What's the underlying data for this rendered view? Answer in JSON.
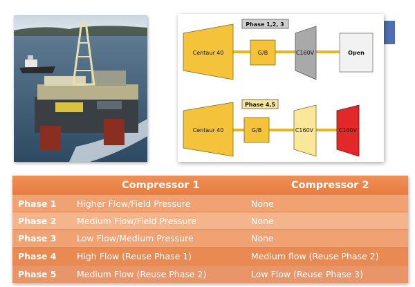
{
  "diagram": {
    "top_group": {
      "label": "Phase 1,2, 3",
      "turbine": "Centaur 40",
      "gearbox": "G/B",
      "compressor_1": "C160V",
      "compressor_2": "Open"
    },
    "bottom_group": {
      "label": "Phase 4,5",
      "turbine": "Centaur 40",
      "gearbox": "G/B",
      "compressor_1": "C160V",
      "compressor_2": "C160V"
    },
    "colors": {
      "turbine": "#f5c33a",
      "gearbox": "#f5c33a",
      "compressor_top": "#a9a9a9",
      "open_box": "#f2f2f2",
      "compressor_light": "#fbe79a",
      "compressor_red": "#e3282a",
      "shaft": "#e8b420"
    }
  },
  "table": {
    "headers": [
      "",
      "Compressor 1",
      "Compressor 2"
    ],
    "rows": [
      {
        "phase": "Phase 1",
        "compressor_1": "Higher Flow/Field Pressure",
        "compressor_2": "None"
      },
      {
        "phase": "Phase 2",
        "compressor_1": "Medium Flow/Field Pressure",
        "compressor_2": "None"
      },
      {
        "phase": "Phase 3",
        "compressor_1": "Low Flow/Medium Pressure",
        "compressor_2": "None"
      },
      {
        "phase": "Phase 4",
        "compressor_1": "High Flow (Reuse Phase 1)",
        "compressor_2": "Medium flow (Reuse Phase 2)"
      },
      {
        "phase": "Phase 5",
        "compressor_1": "Medium Flow (Reuse Phase 2)",
        "compressor_2": "Low Flow (Reuse Phase 3)"
      }
    ],
    "colors": {
      "header": "#e77d42",
      "text": "#ffffff"
    }
  }
}
